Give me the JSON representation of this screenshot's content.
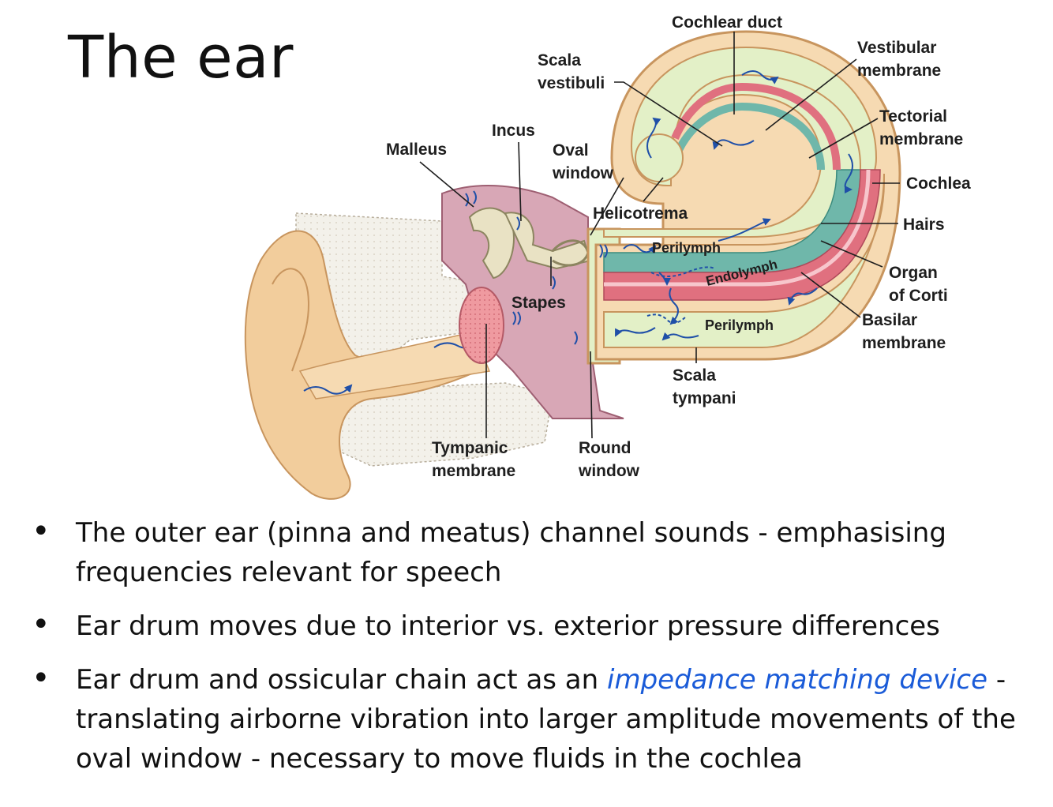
{
  "title": "The ear",
  "diagram": {
    "labels": {
      "cochlear_duct": "Cochlear duct",
      "scala_vestibuli": "Scala\nvestibuli",
      "vestibular_membrane": "Vestibular\nmembrane",
      "tectorial_membrane": "Tectorial\nmembrane",
      "cochlea": "Cochlea",
      "hairs": "Hairs",
      "organ_of_corti": "Organ\nof Corti",
      "basilar_membrane": "Basilar\nmembrane",
      "incus": "Incus",
      "malleus": "Malleus",
      "oval_window": "Oval\nwindow",
      "helicotrema": "Helicotrema",
      "stapes": "Stapes",
      "tympanic_membrane": "Tympanic\nmembrane",
      "round_window": "Round\nwindow",
      "scala_tympani": "Scala\ntympani",
      "perilymph_upper": "Perilymph",
      "endolymph": "Endolymph",
      "perilymph_lower": "Perilymph"
    },
    "colors": {
      "skin": "#f2cd9c",
      "skin_outline": "#c8955e",
      "bone": "#f3f1ea",
      "middle_ear": "#d8a7b6",
      "cochlea_fluid": "#e3f0c7",
      "membrane_pink": "#e0707f",
      "membrane_teal": "#6fb7aa",
      "wave": "#1f4fa8"
    }
  },
  "bullets": [
    {
      "before": "The outer ear (pinna and meatus) channel sounds - emphasising frequencies relevant for speech",
      "highlight": "",
      "after": ""
    },
    {
      "before": "Ear drum moves due to interior vs. exterior pressure differences",
      "highlight": "",
      "after": ""
    },
    {
      "before": "Ear drum and ossicular chain act as an ",
      "highlight": "impedance matching device",
      "after": " - translating airborne vibration into larger amplitude movements of the oval window - necessary to move fluids in the cochlea"
    }
  ]
}
